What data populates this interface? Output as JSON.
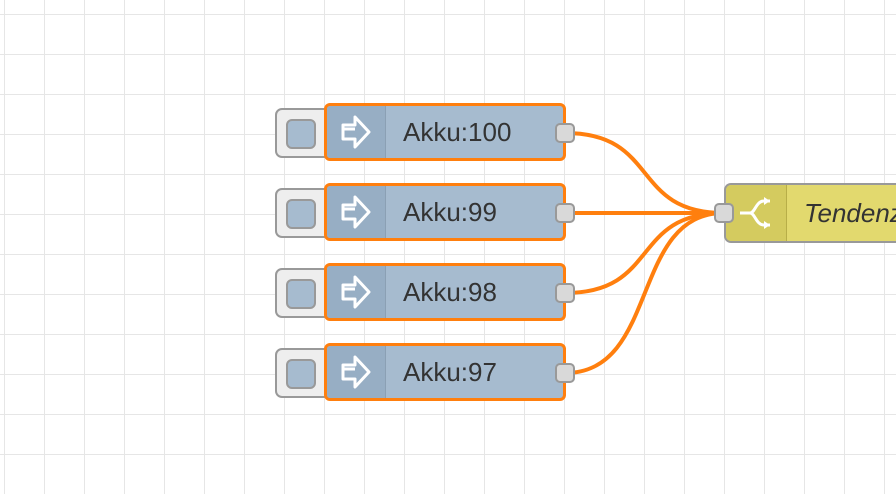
{
  "flow": {
    "inject_nodes": [
      {
        "label": "Akku:100"
      },
      {
        "label": "Akku:99"
      },
      {
        "label": "Akku:98"
      },
      {
        "label": "Akku:97"
      }
    ],
    "switch_node": {
      "label": "Tendenz"
    }
  },
  "colors": {
    "canvas_background": "#ffffff",
    "grid_line": "#e6e6e6",
    "inject_node_fill": "#a6bbcf",
    "switch_node_fill": "#e2d96e",
    "selected_outline": "#ff7f0e",
    "wire": "#ff7f0e",
    "port_fill": "#d9d9d9"
  },
  "icons": {
    "inject": "arrow-in-icon",
    "switch": "switch-icon"
  }
}
